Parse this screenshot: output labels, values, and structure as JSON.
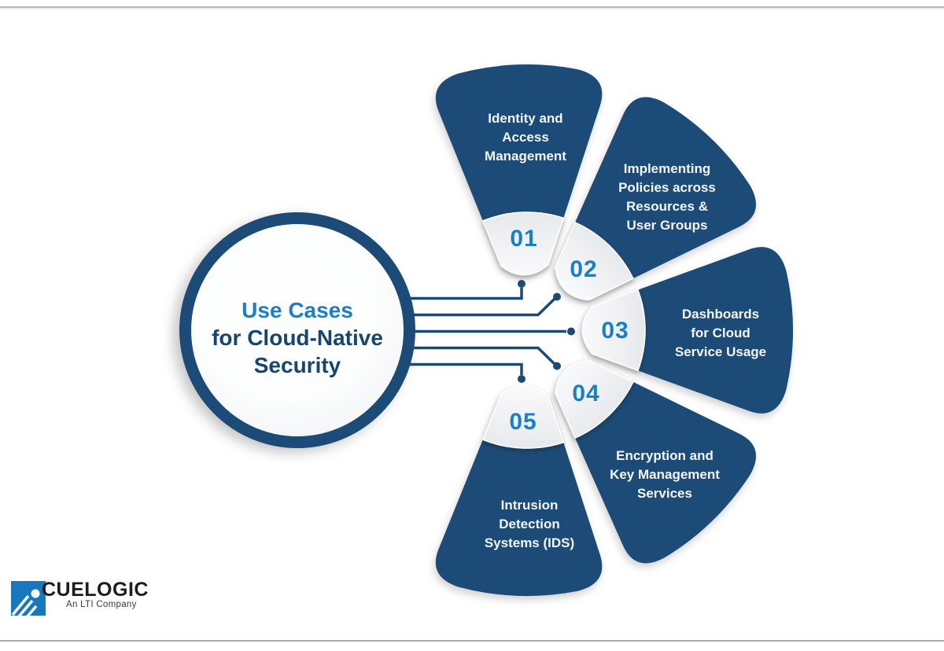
{
  "title": {
    "line1": "Use Cases",
    "line2": "for Cloud-Native",
    "line3": "Security"
  },
  "petals": [
    {
      "number": "01",
      "label": "Identity and\nAccess\nManagement"
    },
    {
      "number": "02",
      "label": "Implementing\nPolicies across\nResources &\nUser Groups"
    },
    {
      "number": "03",
      "label": "Dashboards\nfor Cloud\nService Usage"
    },
    {
      "number": "04",
      "label": "Encryption and\nKey Management\nServices"
    },
    {
      "number": "05",
      "label": "Intrusion\nDetection\nSystems (IDS)"
    }
  ],
  "logo": {
    "name": "CUELOGIC",
    "tagline": "An LTI Company"
  },
  "colors": {
    "petal_navy": "#1d4c77",
    "accent_blue": "#1a80c5",
    "center_navy_text": "#17456f",
    "number_blue": "#1a7fc6",
    "tab_gray_light": "#fafbfc",
    "tab_gray_dark": "#e3e6e9",
    "circuit_line": "#1b4a73",
    "logo_mark_blue": "#1878be"
  }
}
